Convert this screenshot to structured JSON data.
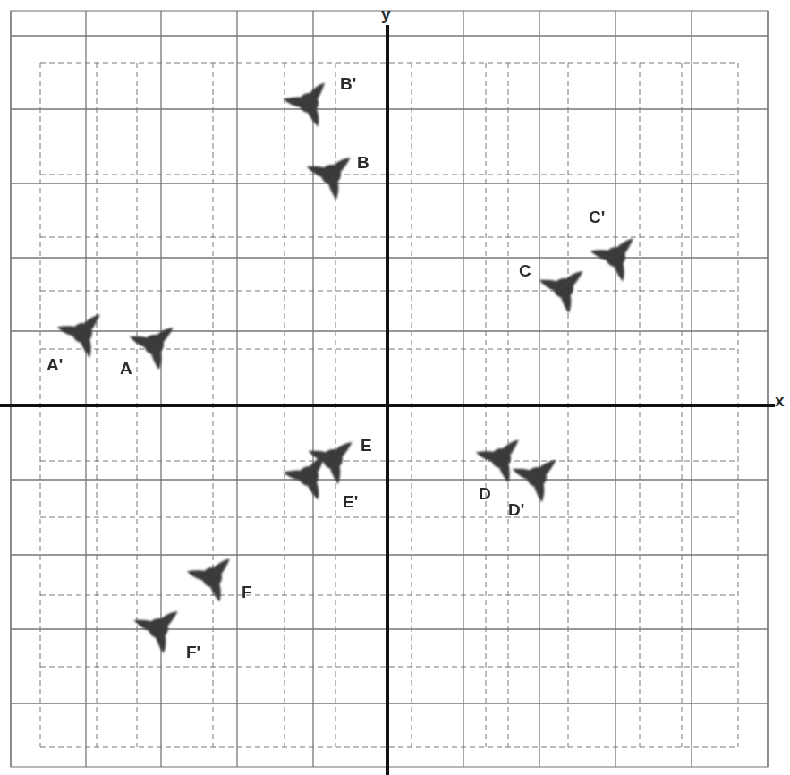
{
  "diagram": {
    "labels": [
      "y",
      "B'",
      "B",
      "C'",
      "C",
      "A'",
      "A",
      "x",
      "E",
      "E'",
      "D",
      "D'",
      "F",
      "F'"
    ]
  }
}
